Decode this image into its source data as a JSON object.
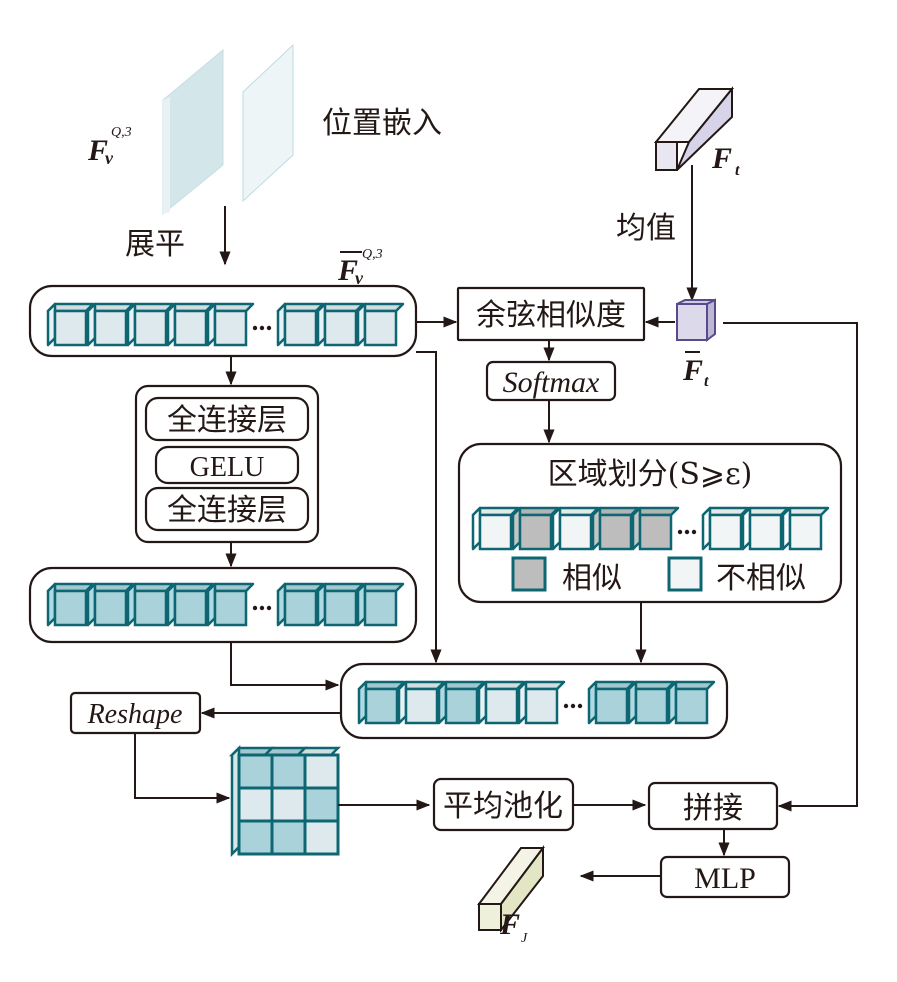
{
  "labels": {
    "fv_main": "F",
    "fv_sub": "v",
    "fv_sup": "Q,3",
    "pos_embed": "位置嵌入",
    "flatten": "展平",
    "fvbar_main": "F",
    "fvbar_sub": "v",
    "fvbar_sup": "Q,3",
    "ft_main": "F",
    "ft_sub": "t",
    "mean": "均值",
    "ftbar_main": "F",
    "ftbar_sub": "t",
    "fj_main": "F",
    "fj_sub": "J"
  },
  "boxes": {
    "cosine": "余弦相似度",
    "softmax": "Softmax",
    "fc1": "全连接层",
    "gelu": "GELU",
    "fc2": "全连接层",
    "region_title": "区域划分(S⩾ε)",
    "legend_similar": "相似",
    "legend_dissimilar": "不相似",
    "reshape": "Reshape",
    "avgpool": "平均池化",
    "concat": "拼接",
    "mlp": "MLP"
  },
  "colors": {
    "teal_stroke": "#0e6673",
    "cube_light": "#dde9ec",
    "cube_mid": "#a9d2da",
    "cube_gray": "#bdbdbd",
    "cube_white": "#f2f5f6",
    "ft_fill": "#e3e1ee",
    "ftbar_stroke": "#5a4a8a",
    "fj_fill": "#e9ebd2",
    "line": "#231815"
  },
  "rows": {
    "row1": [
      "light",
      "light",
      "light",
      "light",
      "light",
      "light",
      "light",
      "light"
    ],
    "row_fc": [
      "mid",
      "mid",
      "mid",
      "mid",
      "mid",
      "mid",
      "mid",
      "mid"
    ],
    "row_region": [
      "white",
      "gray",
      "white",
      "gray",
      "gray",
      "white",
      "white",
      "white"
    ],
    "row_merged": [
      "mid",
      "light",
      "mid",
      "light",
      "light",
      "mid",
      "mid",
      "mid"
    ],
    "grid": [
      [
        "mid",
        "mid",
        "light"
      ],
      [
        "light",
        "light",
        "mid"
      ],
      [
        "mid",
        "mid",
        "light"
      ]
    ]
  }
}
